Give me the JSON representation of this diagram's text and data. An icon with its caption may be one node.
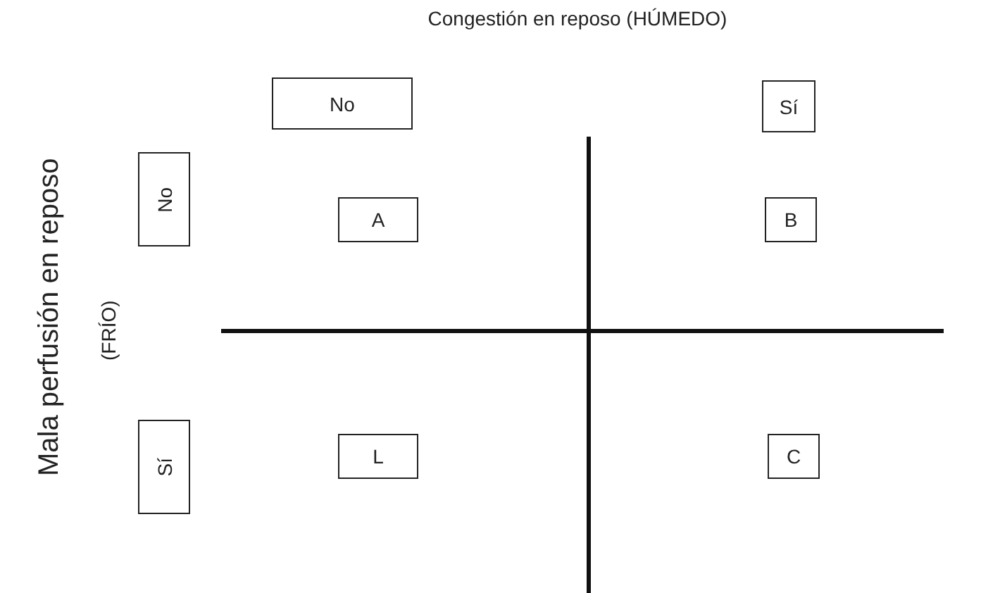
{
  "diagram": {
    "nodes": [
      {
        "text": [
          "No"
        ]
      },
      {
        "text": [
          "Sí"
        ]
      },
      {
        "text": [
          "No"
        ]
      },
      {
        "text": [
          "A"
        ]
      },
      {
        "text": [
          "B"
        ]
      },
      {
        "text": [
          "Sí"
        ]
      },
      {
        "text": [
          "L"
        ]
      },
      {
        "text": [
          "C"
        ]
      }
    ],
    "labels": [
      "Congestión en reposo (HÚMEDO)",
      "Mala perfusión en reposo",
      "(FRÍO)"
    ]
  }
}
